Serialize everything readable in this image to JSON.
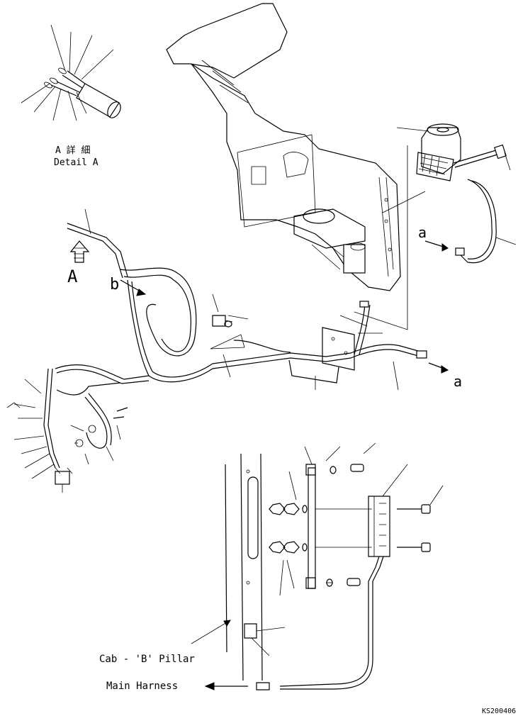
{
  "labels": {
    "detail_jp": "A 詳 細",
    "detail_en": "Detail A",
    "view_A": "A",
    "view_b": "b",
    "arrow_a_top": "a",
    "arrow_a_right": "a",
    "cab_pillar": "Cab - 'B' Pillar",
    "main_harness": "Main Harness",
    "drawing_code": "KS200406"
  },
  "icons": [
    "arrow-icon",
    "callout-line"
  ]
}
